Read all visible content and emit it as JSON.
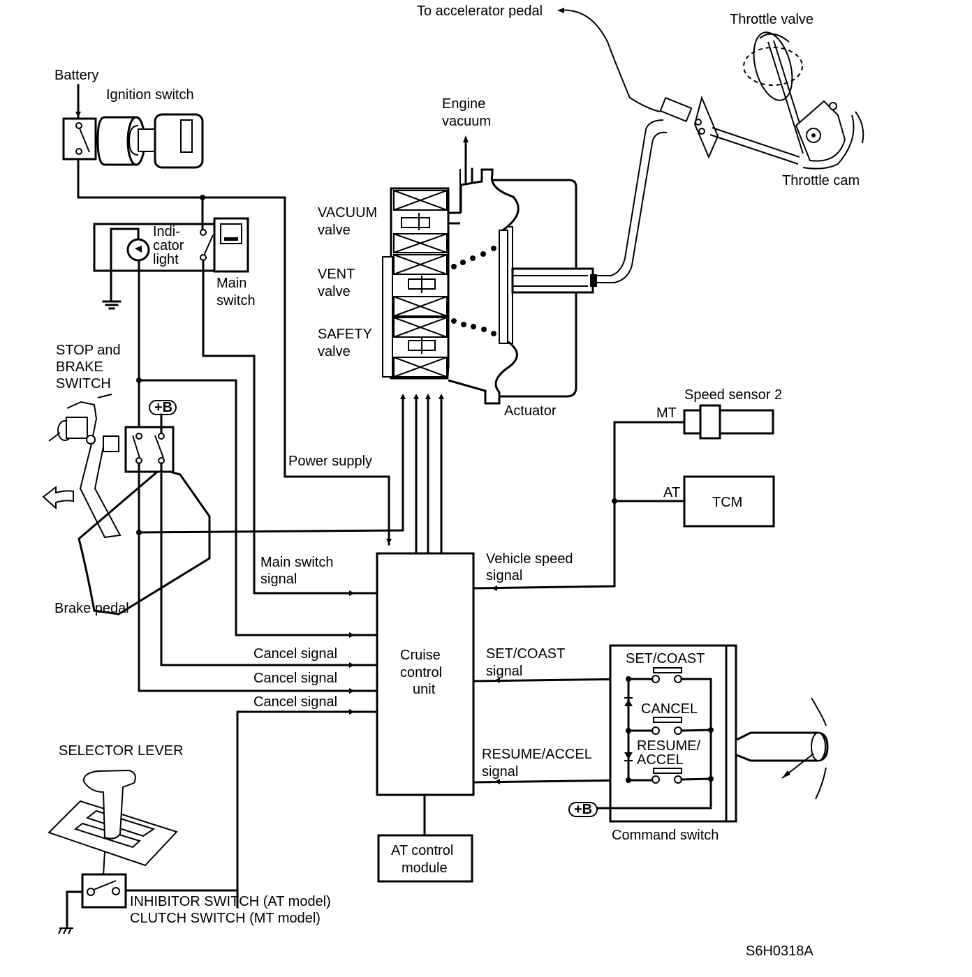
{
  "diagram": {
    "title": "Cruise control system schematic",
    "figure_id": "S6H0318A"
  },
  "labels": {
    "battery": "Battery",
    "ignition_switch": "Ignition switch",
    "indicator_light": [
      "Indi-",
      "cator",
      "light"
    ],
    "main_switch": [
      "Main",
      "switch"
    ],
    "stop_brake_switch": [
      "STOP and",
      "BRAKE",
      "SWITCH"
    ],
    "plus_b": "+B",
    "brake_pedal": "Brake pedal",
    "power_supply": "Power supply",
    "main_switch_signal": [
      "Main switch",
      "signal"
    ],
    "cancel_signals": [
      "Cancel signal",
      "Cancel signal",
      "Cancel signal"
    ],
    "cruise_control_unit": [
      "Cruise",
      "control",
      "unit"
    ],
    "at_control_module": [
      "AT control",
      "module"
    ],
    "vehicle_speed_signal": [
      "Vehicle speed",
      "signal"
    ],
    "set_coast_signal": [
      "SET/COAST",
      "signal"
    ],
    "resume_accel_signal": [
      "RESUME/ACCEL",
      "signal"
    ],
    "speed_sensor": "Speed sensor 2",
    "mt": "MT",
    "at": "AT",
    "tcm": "TCM",
    "engine_vacuum": [
      "Engine",
      "vacuum"
    ],
    "vacuum_valve": [
      "VACUUM",
      "valve"
    ],
    "vent_valve": [
      "VENT",
      "valve"
    ],
    "safety_valve": [
      "SAFETY",
      "valve"
    ],
    "actuator": "Actuator",
    "to_accelerator_pedal": "To accelerator pedal",
    "throttle_valve": "Throttle valve",
    "throttle_cam": "Throttle cam",
    "command_switch": "Command switch",
    "cmd_set_coast": "SET/COAST",
    "cmd_cancel": "CANCEL",
    "cmd_resume_accel": [
      "RESUME/",
      "ACCEL"
    ],
    "selector_lever": "SELECTOR LEVER",
    "inhibitor_switch": "INHIBITOR SWITCH (AT model)",
    "clutch_switch": "CLUTCH SWITCH (MT model)"
  }
}
